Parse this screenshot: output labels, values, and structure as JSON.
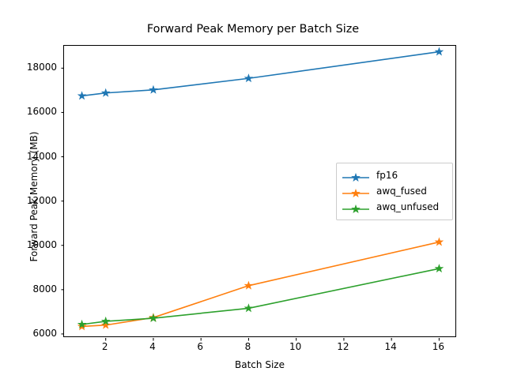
{
  "chart_data": {
    "type": "line",
    "title": "Forward Peak Memory per Batch Size",
    "xlabel": "Batch Size",
    "ylabel": "Forward Peak Memory (MB)",
    "x": [
      1,
      2,
      4,
      8,
      16
    ],
    "xlim": [
      0.25,
      16.75
    ],
    "ylim": [
      5820,
      19010
    ],
    "xticks": [
      2,
      4,
      6,
      8,
      10,
      12,
      14,
      16
    ],
    "xticklabels": [
      "2",
      "4",
      "6",
      "8",
      "10",
      "12",
      "14",
      "16"
    ],
    "yticks": [
      6000,
      8000,
      10000,
      12000,
      14000,
      16000,
      18000
    ],
    "yticklabels": [
      "6000",
      "8000",
      "10000",
      "12000",
      "14000",
      "16000",
      "18000"
    ],
    "grid": false,
    "legend_position": "center right",
    "marker": "star",
    "series": [
      {
        "name": "fp16",
        "color": "#1f77b4",
        "values": [
          16750,
          16880,
          17020,
          17540,
          18740
        ]
      },
      {
        "name": "awq_fused",
        "color": "#ff7f0e",
        "values": [
          6340,
          6400,
          6740,
          8180,
          10150
        ]
      },
      {
        "name": "awq_unfused",
        "color": "#2ca02c",
        "values": [
          6430,
          6570,
          6710,
          7160,
          8950
        ]
      }
    ]
  }
}
